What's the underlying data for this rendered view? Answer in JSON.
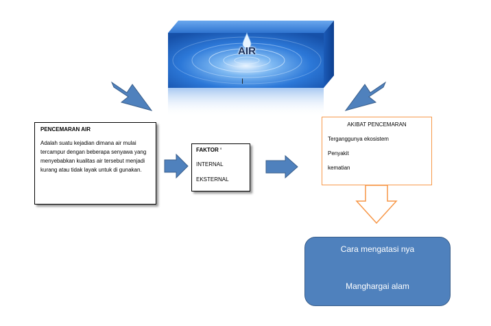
{
  "colors": {
    "arrow_blue": "#4f81bd",
    "arrow_outline": "#385d8a",
    "water_blue": "#2a6fd6",
    "orange_outline": "#f79646",
    "solution_fill": "#4f81bd"
  },
  "water": {
    "title": "AIR",
    "mark": "I"
  },
  "definition": {
    "title": "PENCEMARAN AIR",
    "body": "Adalah suatu kejadian dimana air mulai tercampur dengan beberapa senyawa yang menyebabkan kualitas air tersebut menjadi  kurang atau tidak layak untuk di gunakan."
  },
  "factor": {
    "title": "FAKTOR ‘",
    "items": [
      "INTERNAL",
      "EKSTERNAL"
    ]
  },
  "effect": {
    "title": "AKIBAT PENCEMARAN",
    "items": [
      "Terganggunya ekosistem",
      "Penyakit",
      "kematian"
    ]
  },
  "solution": {
    "line1": "Cara mengatasi nya",
    "line2": "Manghargai alam"
  },
  "icons": {
    "water_image": "water-droplet-ripple-cube",
    "arrows": [
      "arrow-down-right",
      "arrow-down-left",
      "arrow-right",
      "arrow-right",
      "arrow-down-outline"
    ]
  }
}
